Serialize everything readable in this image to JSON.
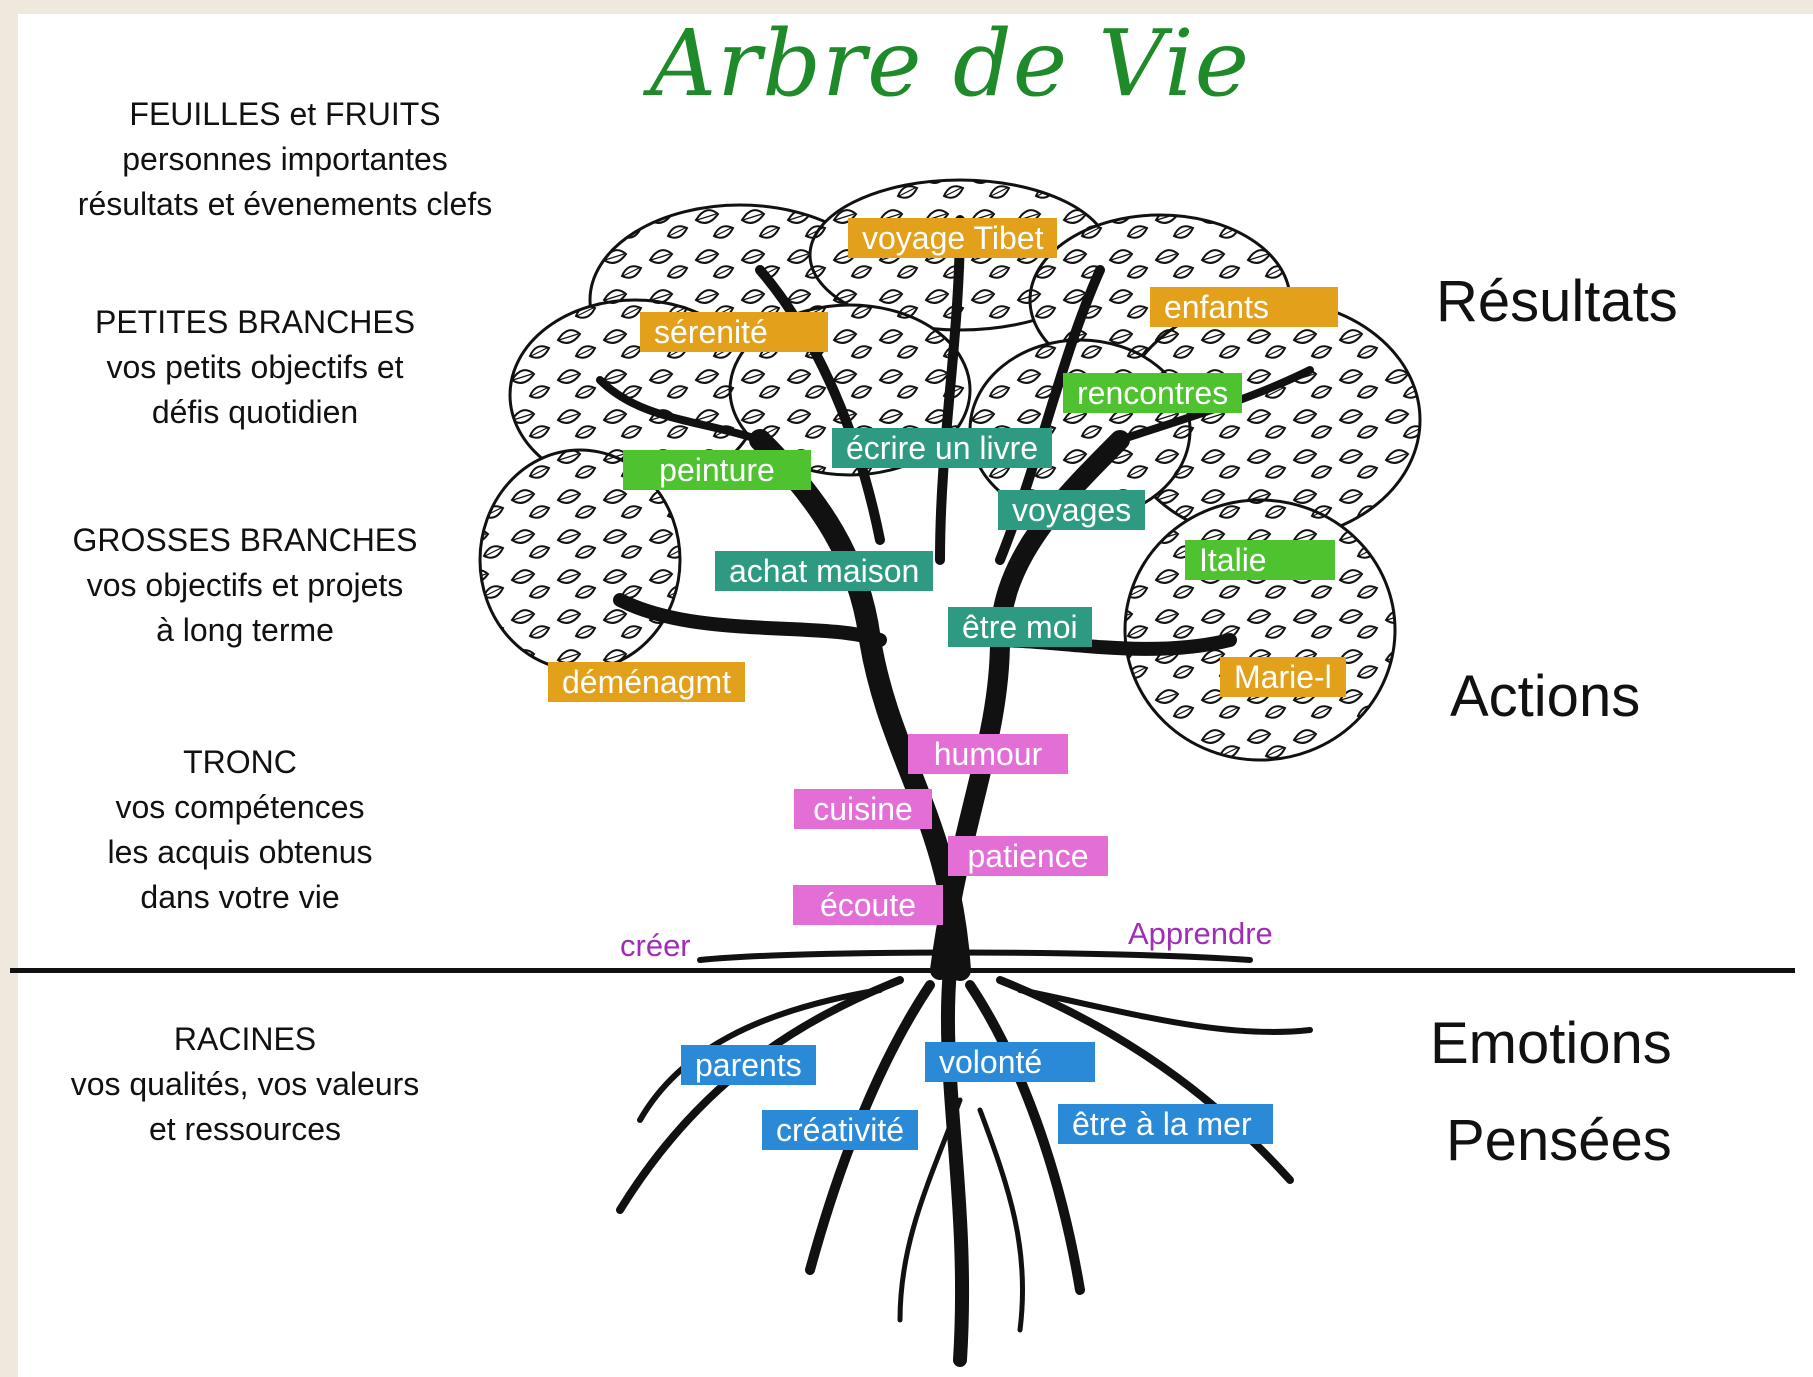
{
  "title": "Arbre de Vie",
  "legend": [
    {
      "heading": "FEUILLES et FRUITS",
      "lines": [
        "personnes importantes",
        "résultats et évenements clefs"
      ]
    },
    {
      "heading": "PETITES BRANCHES",
      "lines": [
        "vos petits objectifs et",
        "défis quotidien"
      ]
    },
    {
      "heading": "GROSSES BRANCHES",
      "lines": [
        "vos objectifs et projets",
        "à long terme"
      ]
    },
    {
      "heading": "TRONC",
      "lines": [
        "vos compétences",
        "les acquis obtenus",
        "dans votre vie"
      ]
    },
    {
      "heading": "RACINES",
      "lines": [
        "vos qualités, vos valeurs",
        "et ressources"
      ]
    }
  ],
  "side_labels": {
    "results": "Résultats",
    "actions": "Actions",
    "emotions": "Emotions",
    "thoughts": "Pensées"
  },
  "tags": {
    "fruits": [
      "voyage Tibet",
      "enfants",
      "sérenité",
      "déménagmt",
      "Marie-l"
    ],
    "small_branches": [
      "rencontres",
      "peinture",
      "Italie"
    ],
    "big_branches": [
      "écrire un livre",
      "voyages",
      "achat maison",
      "être moi"
    ],
    "trunk": [
      "humour",
      "cuisine",
      "patience",
      "écoute"
    ],
    "roots": [
      "parents",
      "volonté",
      "créativité",
      "être à la mer"
    ]
  },
  "verbs": [
    "créer",
    "Apprendre"
  ],
  "colors": {
    "title": "#1f8a2a",
    "fruit": "#e2a01b",
    "small_branch": "#4fc22f",
    "big_branch": "#2f9a82",
    "trunk": "#e36fd6",
    "root": "#2a8ad8",
    "verb": "#a12cb8"
  }
}
